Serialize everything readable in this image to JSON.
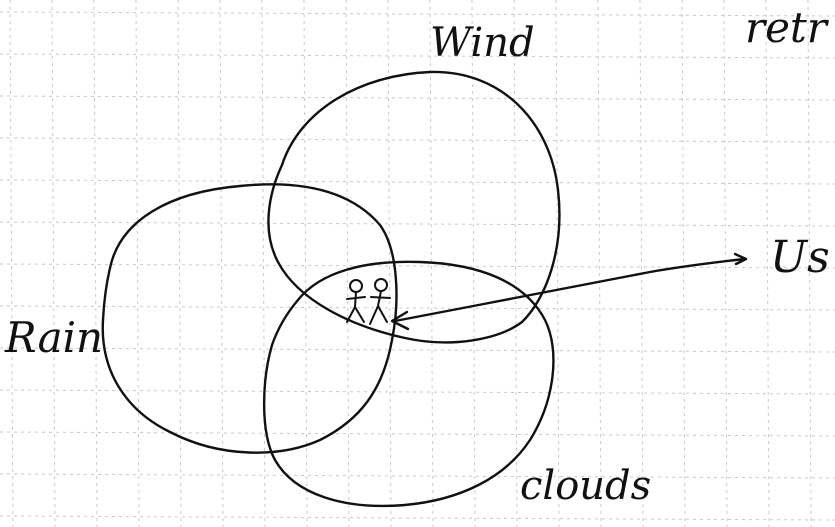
{
  "diagram": {
    "labels": {
      "top_right": "retr",
      "wind": "Wind",
      "rain": "Rain",
      "clouds": "clouds",
      "us": "Us"
    },
    "colors": {
      "paper": "#ffffff",
      "grid": "#c9c9c9",
      "ink": "#111111"
    }
  }
}
